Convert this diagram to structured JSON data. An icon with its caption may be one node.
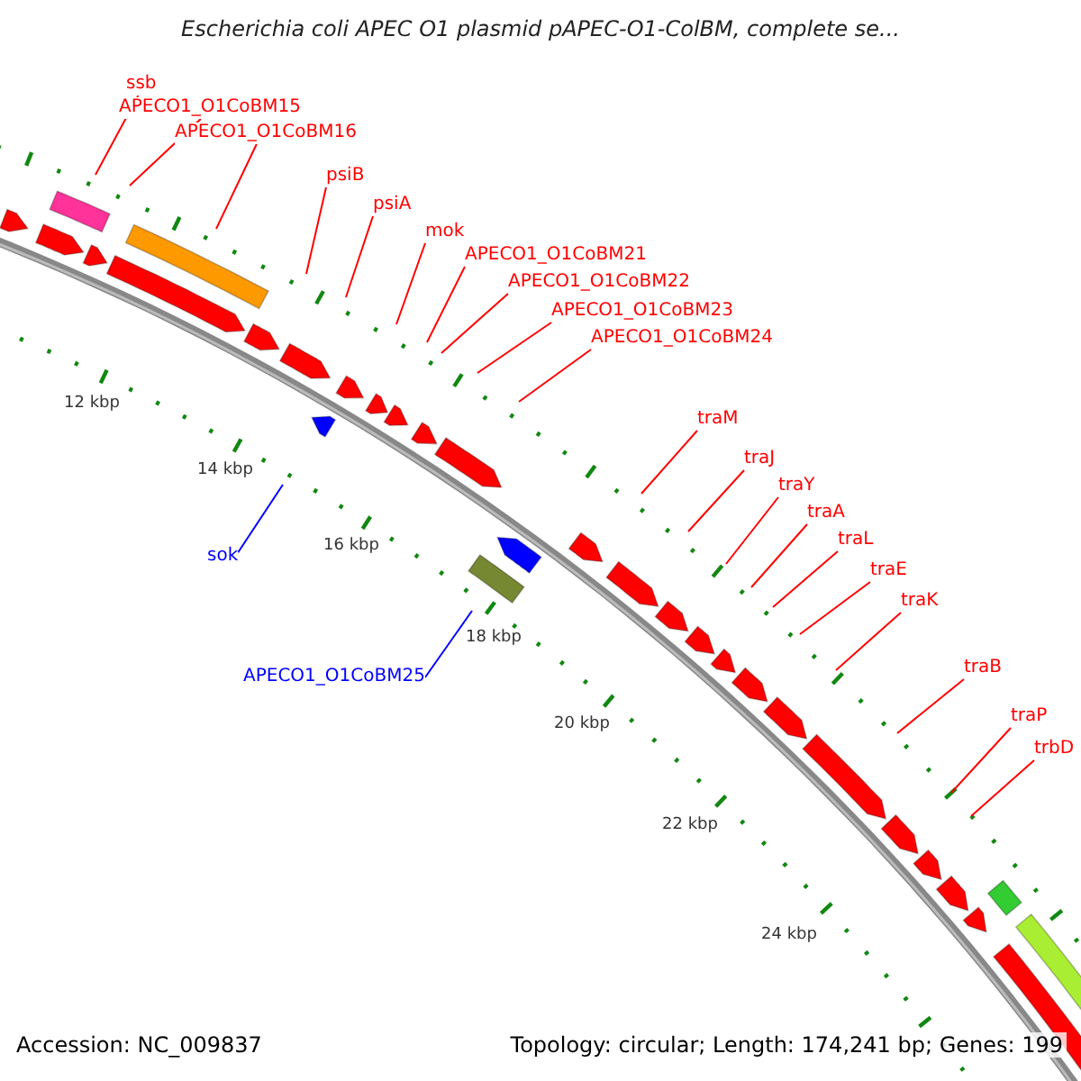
{
  "diagram": {
    "title": "Escherichia coli APEC O1 plasmid pAPEC-O1-ColBM, complete se...",
    "nodes": [
      {
        "text": [
          "ssb"
        ]
      },
      {
        "text": [
          "APECO1_O1CoBM15"
        ]
      },
      {
        "text": [
          "APECO1_O1CoBM16"
        ]
      },
      {
        "text": [
          "psiB"
        ]
      },
      {
        "text": [
          "psiA"
        ]
      },
      {
        "text": [
          "mok"
        ]
      },
      {
        "text": [
          "APECO1_O1CoBM21"
        ]
      },
      {
        "text": [
          "APECO1_O1CoBM22"
        ]
      },
      {
        "text": [
          "APECO1_O1CoBM23"
        ]
      },
      {
        "text": [
          "APECO1_O1CoBM24"
        ]
      },
      {
        "text": [
          "traM"
        ]
      },
      {
        "text": [
          "traJ"
        ]
      },
      {
        "text": [
          "traY"
        ]
      },
      {
        "text": [
          "traA"
        ]
      },
      {
        "text": [
          "traL"
        ]
      },
      {
        "text": [
          "traE"
        ]
      },
      {
        "text": [
          "traK"
        ]
      },
      {
        "text": [
          "traB"
        ]
      },
      {
        "text": [
          "traP"
        ]
      },
      {
        "text": [
          "trbD"
        ]
      },
      {
        "text": [
          "sok"
        ]
      },
      {
        "text": [
          "APECO1_O1CoBM25"
        ]
      }
    ],
    "edges": [
      {
        "from": 0,
        "to": null,
        "arrow": "none"
      },
      {
        "from": 1,
        "to": null,
        "arrow": "none"
      },
      {
        "from": 2,
        "to": null,
        "arrow": "none"
      },
      {
        "from": 3,
        "to": null,
        "arrow": "none"
      },
      {
        "from": 4,
        "to": null,
        "arrow": "none"
      },
      {
        "from": 5,
        "to": null,
        "arrow": "none"
      },
      {
        "from": 6,
        "to": null,
        "arrow": "none"
      },
      {
        "from": 7,
        "to": null,
        "arrow": "none"
      },
      {
        "from": 8,
        "to": null,
        "arrow": "none"
      },
      {
        "from": 9,
        "to": null,
        "arrow": "none"
      },
      {
        "from": 10,
        "to": null,
        "arrow": "none"
      },
      {
        "from": 11,
        "to": null,
        "arrow": "none"
      },
      {
        "from": 12,
        "to": null,
        "arrow": "none"
      },
      {
        "from": 13,
        "to": null,
        "arrow": "none"
      },
      {
        "from": 14,
        "to": null,
        "arrow": "none"
      },
      {
        "from": 15,
        "to": null,
        "arrow": "none"
      },
      {
        "from": 16,
        "to": null,
        "arrow": "none"
      },
      {
        "from": 17,
        "to": null,
        "arrow": "none"
      },
      {
        "from": 18,
        "to": null,
        "arrow": "none"
      },
      {
        "from": 19,
        "to": null,
        "arrow": "none"
      },
      {
        "from": 20,
        "to": null,
        "arrow": "none",
        "color": "#0000ff"
      },
      {
        "from": 21,
        "to": null,
        "arrow": "none",
        "color": "#0000ff"
      }
    ],
    "labels": [
      "12 kbp",
      "14 kbp",
      "16 kbp",
      "18 kbp",
      "20 kbp",
      "22 kbp",
      "24 kbp",
      "Accession: NC_009837",
      "Topology: circular; Length: 174,241 bp; Genes: 199"
    ]
  }
}
